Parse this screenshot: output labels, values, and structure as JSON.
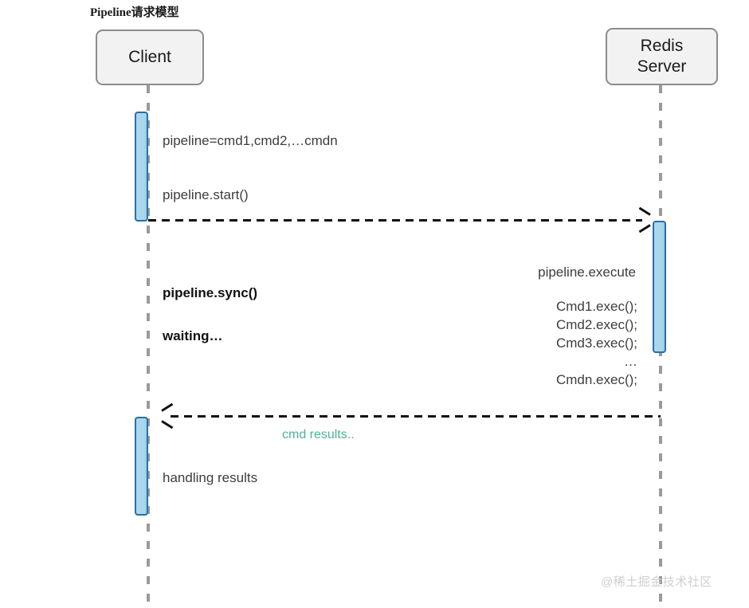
{
  "diagram": {
    "title": "Pipeline请求模型",
    "type": "sequence-diagram",
    "background_color": "#ffffff"
  },
  "participants": [
    {
      "id": "client",
      "label": "Client",
      "box_fill": "#f2f2f2",
      "box_border": "#8c8c8c"
    },
    {
      "id": "server",
      "label": "Redis\nServer",
      "line1": "Redis",
      "line2": "Server",
      "box_fill": "#f2f2f2",
      "box_border": "#8c8c8c"
    }
  ],
  "activations": [
    {
      "id": "client-1",
      "participant": "client",
      "fill": "#a9d8ec",
      "border": "#2a6ea8"
    },
    {
      "id": "server-1",
      "participant": "server",
      "fill": "#a9d8ec",
      "border": "#2a6ea8"
    },
    {
      "id": "client-2",
      "participant": "client",
      "fill": "#a9d8ec",
      "border": "#2a6ea8"
    }
  ],
  "messages": [
    {
      "id": "request",
      "from": "client",
      "to": "server",
      "style": "dashed",
      "arrow": "open-right",
      "color": "#111111"
    },
    {
      "id": "response",
      "from": "server",
      "to": "client",
      "style": "dashed",
      "arrow": "open-left",
      "color": "#111111",
      "label": "cmd results..",
      "label_color": "#4fb391"
    }
  ],
  "client_notes": [
    {
      "id": "pipeline-def",
      "text": "pipeline=cmd1,cmd2,…cmdn",
      "bold": false
    },
    {
      "id": "pipeline-start",
      "text": "pipeline.start()",
      "bold": false
    },
    {
      "id": "pipeline-sync",
      "text": "pipeline.sync()",
      "bold": true
    },
    {
      "id": "waiting",
      "text": "waiting…",
      "bold": true
    },
    {
      "id": "handling-results",
      "text": "handling results",
      "bold": false
    }
  ],
  "server_notes": [
    {
      "id": "exec-title",
      "text": "pipeline.execute"
    },
    {
      "id": "cmd1",
      "text": "Cmd1.exec();"
    },
    {
      "id": "cmd2",
      "text": "Cmd2.exec();"
    },
    {
      "id": "cmd3",
      "text": "Cmd3.exec();"
    },
    {
      "id": "cmd-dots",
      "text": "…"
    },
    {
      "id": "cmdn",
      "text": "Cmdn.exec();"
    }
  ],
  "response_label": "cmd results..",
  "watermark": "@稀土掘金技术社区"
}
